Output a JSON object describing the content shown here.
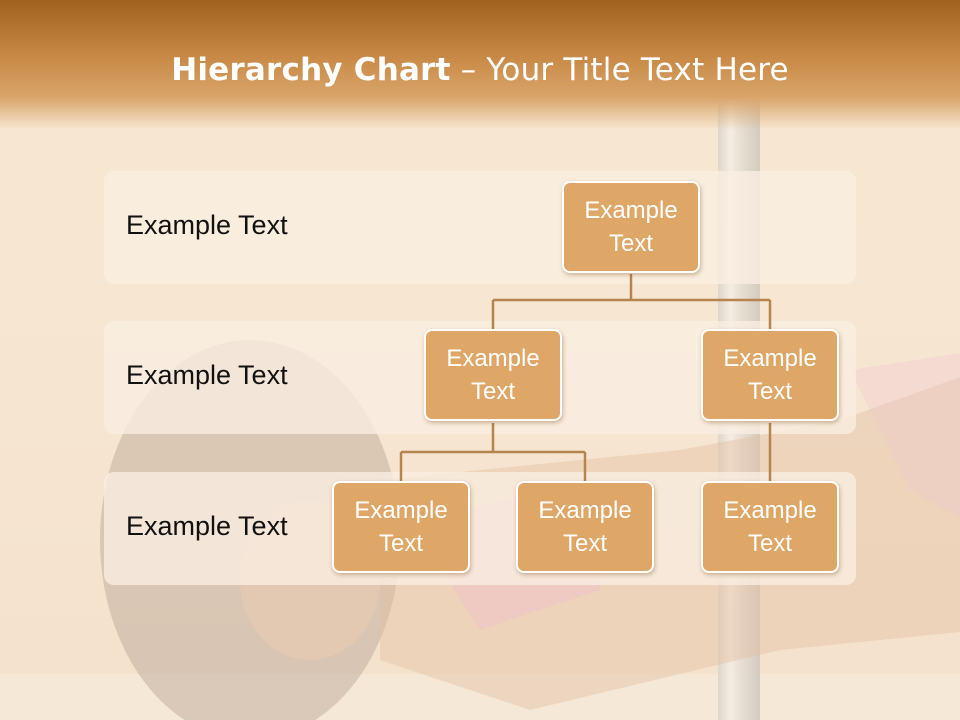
{
  "header": {
    "title_bold": "Hierarchy Chart",
    "title_rest": " – Your Title Text Here"
  },
  "levels": [
    {
      "label": "Example Text"
    },
    {
      "label": "Example Text"
    },
    {
      "label": "Example Text"
    }
  ],
  "nodes": {
    "root": "Example Text",
    "level2_left": "Example Text",
    "level2_right": "Example Text",
    "level3_left": "Example Text",
    "level3_middle": "Example Text",
    "level3_right": "Example Text"
  },
  "colors": {
    "header": "#c98a47",
    "node_fill": "#dea768",
    "node_border": "#ffffff",
    "connector": "#b5844f",
    "band": "#faeee2"
  }
}
